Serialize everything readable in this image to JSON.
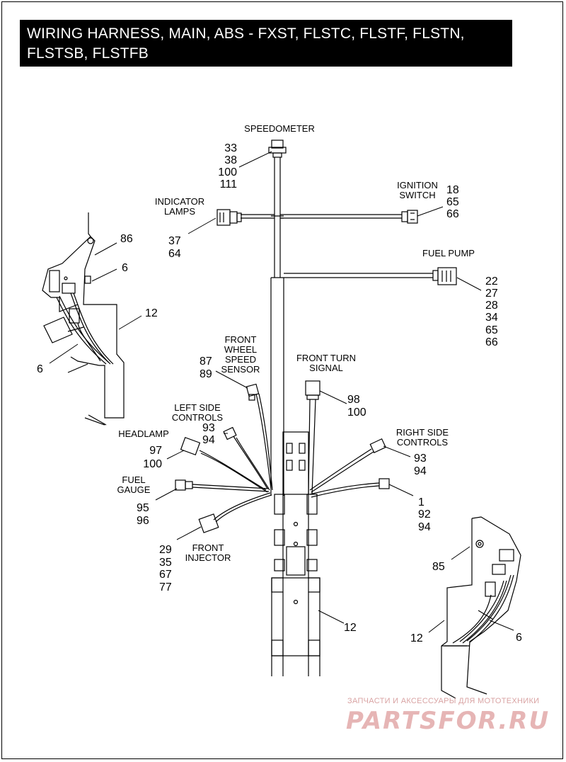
{
  "title": {
    "line1": "WIRING HARNESS, MAIN, ABS - FXST, FLSTC, FLSTF, FLSTN,",
    "line2": "FLSTSB, FLSTFB"
  },
  "labels": {
    "speedometer": "SPEEDOMETER",
    "indicator_lamps": [
      "INDICATOR",
      "LAMPS"
    ],
    "ignition_switch": [
      "IGNITION",
      "SWITCH"
    ],
    "fuel_pump": "FUEL PUMP",
    "front_wheel_speed_sensor": [
      "FRONT",
      "WHEEL",
      "SPEED",
      "SENSOR"
    ],
    "front_turn_signal": [
      "FRONT TURN",
      "SIGNAL"
    ],
    "left_side_controls": [
      "LEFT SIDE",
      "CONTROLS"
    ],
    "right_side_controls": [
      "RIGHT SIDE",
      "CONTROLS"
    ],
    "headlamp": "HEADLAMP",
    "fuel_gauge": [
      "FUEL",
      "GAUGE"
    ],
    "front_injector": [
      "FRONT",
      "INJECTOR"
    ]
  },
  "callouts": {
    "speedometer": [
      "33",
      "38",
      "100",
      "111"
    ],
    "indicator_lamps": [
      "37",
      "64"
    ],
    "ignition_switch": [
      "18",
      "65",
      "66"
    ],
    "fuel_pump": [
      "22",
      "27",
      "28",
      "34",
      "65",
      "66"
    ],
    "front_wheel_speed_sensor": [
      "87",
      "89"
    ],
    "front_turn_signal": [
      "98",
      "100"
    ],
    "left_side_controls": [
      "93",
      "94"
    ],
    "right_side_controls": [
      "93",
      "94"
    ],
    "headlamp": [
      "97",
      "100"
    ],
    "fuel_gauge": [
      "95",
      "96"
    ],
    "front_injector": [
      "29",
      "35",
      "67",
      "77"
    ],
    "right_side_connector": [
      "1",
      "92",
      "94"
    ],
    "harness_main": "12",
    "left_bracket": "86",
    "left_clip_upper": "6",
    "left_harness": "12",
    "left_clip_lower": "6",
    "right_bracket": "85",
    "right_harness": "12",
    "right_clip": "6"
  },
  "watermark": {
    "tagline": "ЗАПЧАСТИ И АКСЕССУАРЫ ДЛЯ МОТОТЕХНИКИ",
    "brand": "PARTSFOR.RU"
  }
}
